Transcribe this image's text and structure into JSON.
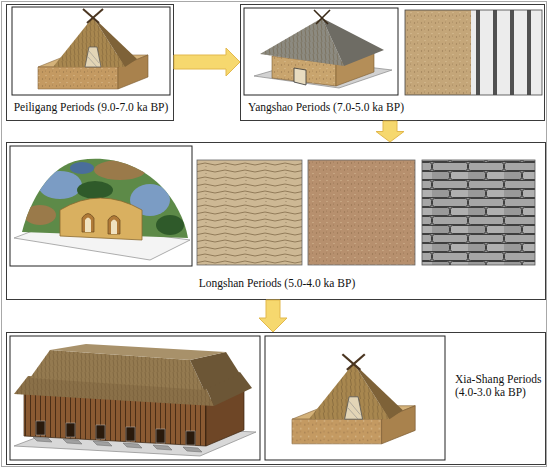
{
  "diagram": {
    "nodes": [
      {
        "text": [
          "Peiligang Periods (9.0-7.0 ka BP)"
        ]
      },
      {
        "text": [
          "Yangshao Periods (7.0-5.0 ka BP)"
        ]
      },
      {
        "text": [
          "Longshan Periods (5.0-4.0 ka BP)"
        ]
      },
      {
        "text": [
          "Xia-Shang Periods (4.0-3.0 ka BP)"
        ]
      }
    ],
    "edges": [
      {
        "from": 0,
        "to": 1,
        "arrow": "to"
      },
      {
        "from": 1,
        "to": 2,
        "arrow": "to"
      },
      {
        "from": 2,
        "to": 3,
        "arrow": "to"
      }
    ]
  }
}
